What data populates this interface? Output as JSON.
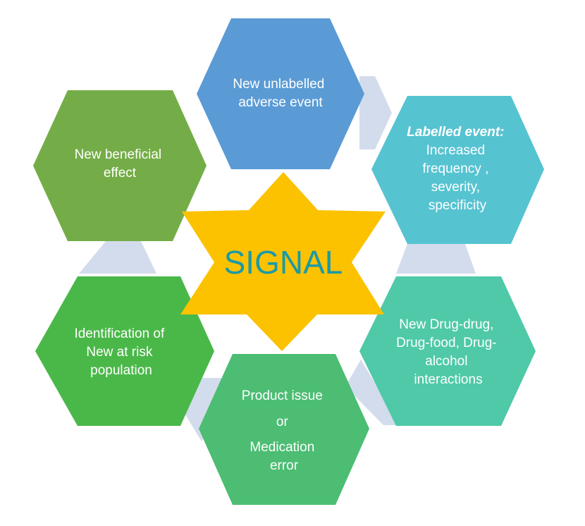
{
  "colors": {
    "connector": "#d3dcec",
    "star": "#fcc200",
    "center_text": "#1b9aa6",
    "hex_text": "#ffffff"
  },
  "center": {
    "label": "SIGNAL"
  },
  "hexagons": [
    {
      "id": "unlabelled-adverse-event",
      "color": "#5b9bd5",
      "lines": [
        "New unlabelled",
        "adverse event"
      ]
    },
    {
      "id": "labelled-event",
      "color": "#56c3d1",
      "heading": "Labelled event:",
      "lines": [
        "Increased",
        "frequency ,",
        "severity,",
        "specificity"
      ]
    },
    {
      "id": "drug-interactions",
      "color": "#4fc9a7",
      "lines": [
        "New Drug-drug,",
        "Drug-food, Drug-",
        "alcohol",
        "interactions"
      ]
    },
    {
      "id": "product-issue",
      "color": "#4cbd73",
      "lines": [
        "Product issue",
        "or",
        "Medication",
        "error"
      ]
    },
    {
      "id": "at-risk-population",
      "color": "#4ab849",
      "lines": [
        "Identification of",
        "New at risk",
        "population"
      ]
    },
    {
      "id": "beneficial-effect",
      "color": "#74ad47",
      "lines": [
        "New beneficial",
        "effect"
      ]
    }
  ]
}
